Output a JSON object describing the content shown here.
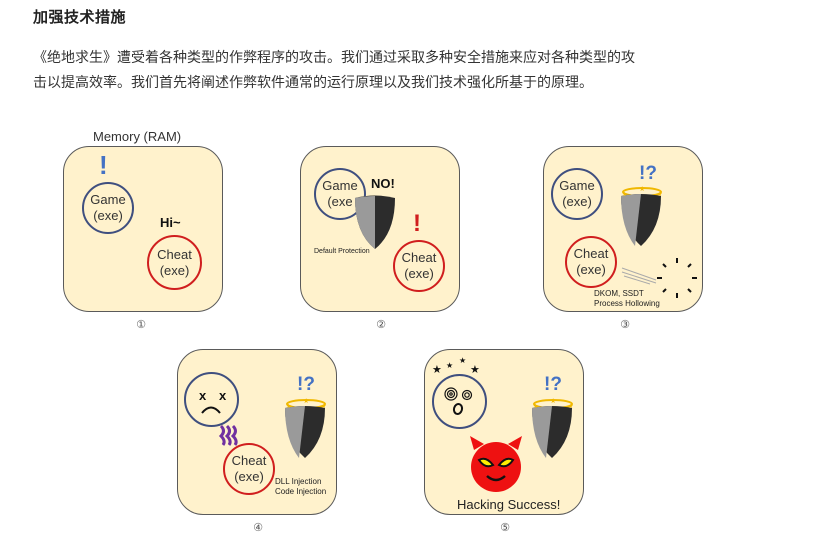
{
  "section": {
    "title": "加强技术措施",
    "paragraph_line1": "《绝地求生》遭受着各种类型的作弊程序的攻击。我们通过采取多种安全措施来应对各种类型的攻",
    "paragraph_line2": "击以提高效率。我们首先将阐述作弊软件通常的运行原理以及我们技术强化所基于的原理。"
  },
  "figure": {
    "panel1": {
      "header": "Memory (RAM)",
      "game_label": "Game",
      "game_sub": "(exe)",
      "exclaim": "!",
      "greeting": "Hi~",
      "cheat_label": "Cheat",
      "cheat_sub": "(exe)",
      "caption": "①"
    },
    "panel2": {
      "game_label": "Game",
      "game_sub": "(exe",
      "shout": "NO!",
      "protection_label": "Default Protection",
      "exclaim": "!",
      "cheat_label": "Cheat",
      "cheat_sub": "(exe)",
      "caption": "②"
    },
    "panel3": {
      "game_label": "Game",
      "game_sub": "(exe)",
      "confused": "!?",
      "cheat_label": "Cheat",
      "cheat_sub": "(exe)",
      "technique_line1": "DKOM, SSDT",
      "technique_line2": "Process Hollowing",
      "caption": "③"
    },
    "panel4": {
      "face_eyes": "x x",
      "confused": "!?",
      "cheat_label": "Cheat",
      "cheat_sub": "(exe)",
      "technique_line1": "DLL Injection",
      "technique_line2": "Code Injection",
      "caption": "④"
    },
    "panel5": {
      "confused": "!?",
      "face_mouth": "O",
      "result": "Hacking Success!",
      "caption": "⑤"
    },
    "colors": {
      "panel_bg": "#fff2cc",
      "game_blue": "#3f4f7f",
      "cheat_red": "#d01e1e",
      "exclaim_blue": "#4472c4",
      "devil_red": "#ee1111",
      "halo_gold": "#f0b800",
      "wave_purple": "#7030a0"
    }
  }
}
